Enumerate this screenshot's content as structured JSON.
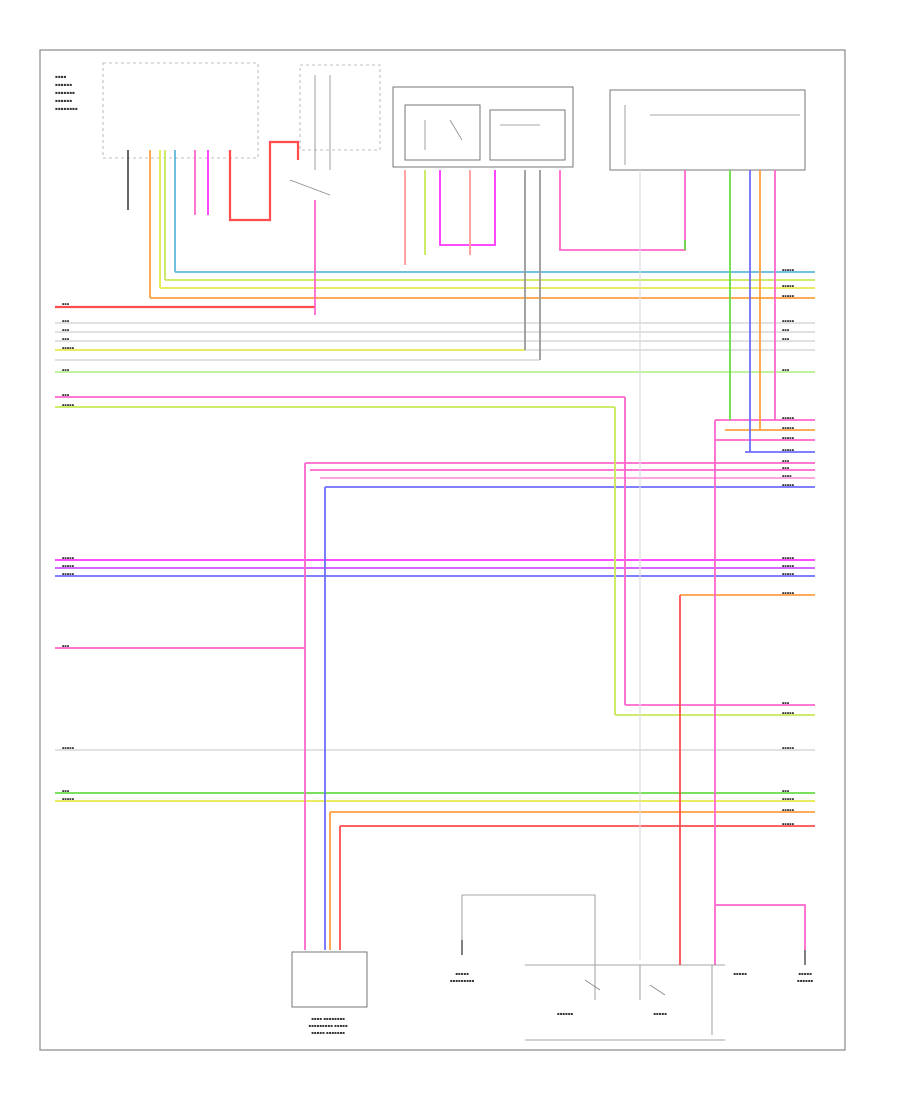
{
  "page": {
    "number": ""
  },
  "wire_colors": {
    "red": "#ff4d4d",
    "pink": "#ff66cc",
    "magenta": "#ff33ff",
    "violet": "#cc55ff",
    "blue": "#6d6dff",
    "light_blue": "#5fb8d9",
    "green": "#66dd44",
    "yellow": "#e8e84d",
    "yellow_green": "#c8e85a",
    "orange": "#ffa040",
    "grey": "#bbbbbb",
    "dark_grey": "#555555",
    "light_grey": "#dddddd"
  },
  "icons": [
    "ground-symbol",
    "switch-symbol",
    "relay-coil-symbol",
    "splice-dot"
  ]
}
